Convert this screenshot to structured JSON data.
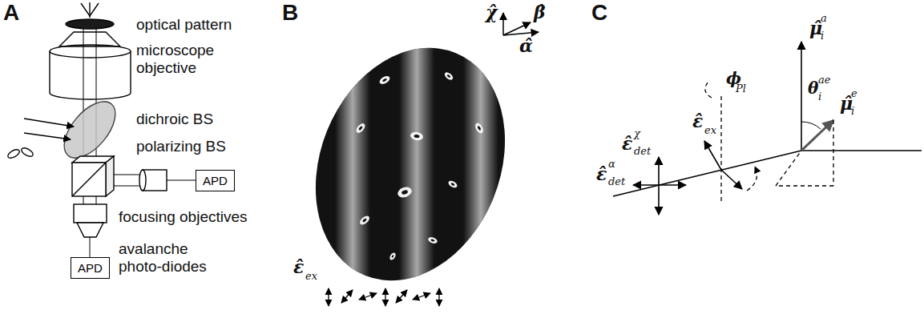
{
  "diagram": {
    "nodes": [
      {
        "text": [
          "APD"
        ]
      },
      {
        "text": [
          "APD"
        ]
      }
    ],
    "labels": [
      "A",
      "optical pattern",
      "microscope objective",
      "dichroic BS",
      "polarizing BS",
      "focusing objectives",
      "avalanche photo-diodes",
      "B",
      "χ̂",
      "β̂",
      "α̂",
      "ε̂",
      "ex",
      "C",
      "μ̂",
      "a",
      "i",
      "θ",
      "ae",
      "i",
      "μ̂",
      "e",
      "i",
      "ϕ",
      "Pl",
      "ε̂",
      "ex",
      "ε̂",
      "χ",
      "det",
      "ε̂",
      "α",
      "det"
    ]
  }
}
